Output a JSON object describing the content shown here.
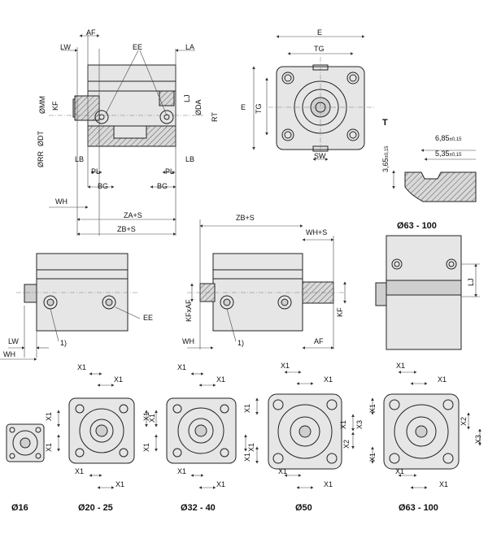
{
  "top_view_labels": {
    "af": "AF",
    "lw": "LW",
    "ee": "EE",
    "la": "LA",
    "mm": "ØMM",
    "kf": "KF",
    "lj": "LJ",
    "da": "ØDA",
    "rt": "RT",
    "dt": "ØDT",
    "rr": "ØRR",
    "lb_left": "LB",
    "lb_right": "LB",
    "pl_left": "PL",
    "pl_right": "PL",
    "bg_left": "BG",
    "bg_right": "BG",
    "wh": "WH",
    "za_s": "ZA+S",
    "zb_s": "ZB+S"
  },
  "front_view_labels": {
    "e_top": "E",
    "tg_top": "TG",
    "e_side": "E",
    "tg_side": "TG",
    "sw": "SW"
  },
  "t_slot": {
    "title": "T",
    "width_outer": "6,85",
    "width_outer_tol": "±0,15",
    "width_inner": "5,35",
    "width_inner_tol": "±0,15",
    "depth": "3,65",
    "depth_tol": "±0,15"
  },
  "middle_row": {
    "view1": {
      "lw": "LW",
      "wh": "WH",
      "ee": "EE",
      "note": "1)"
    },
    "view2": {
      "zb_s": "ZB+S",
      "wh_s": "WH+S",
      "kfxaf": "KFxAF",
      "kf": "KF",
      "wh": "WH",
      "af": "AF",
      "note": "1)"
    },
    "view3": {
      "title": "Ø63 - 100",
      "lj": "LJ"
    }
  },
  "bottom_row": [
    {
      "caption": "Ø16",
      "labels": []
    },
    {
      "caption": "Ø20 - 25",
      "labels": [
        "X1",
        "X1",
        "X1",
        "X1",
        "X1",
        "X1",
        "X1"
      ]
    },
    {
      "caption": "Ø32 - 40",
      "labels": [
        "X1",
        "X1",
        "X1",
        "X1",
        "X1",
        "X1",
        "X1"
      ]
    },
    {
      "caption": "Ø50",
      "labels": [
        "X1",
        "X1",
        "X1",
        "X1",
        "X3",
        "X1",
        "X2",
        "X1",
        "X1"
      ]
    },
    {
      "caption": "Ø63 - 100",
      "labels": [
        "X1",
        "X1",
        "X1",
        "X1",
        "X2",
        "X3",
        "X1",
        "X1"
      ]
    }
  ]
}
